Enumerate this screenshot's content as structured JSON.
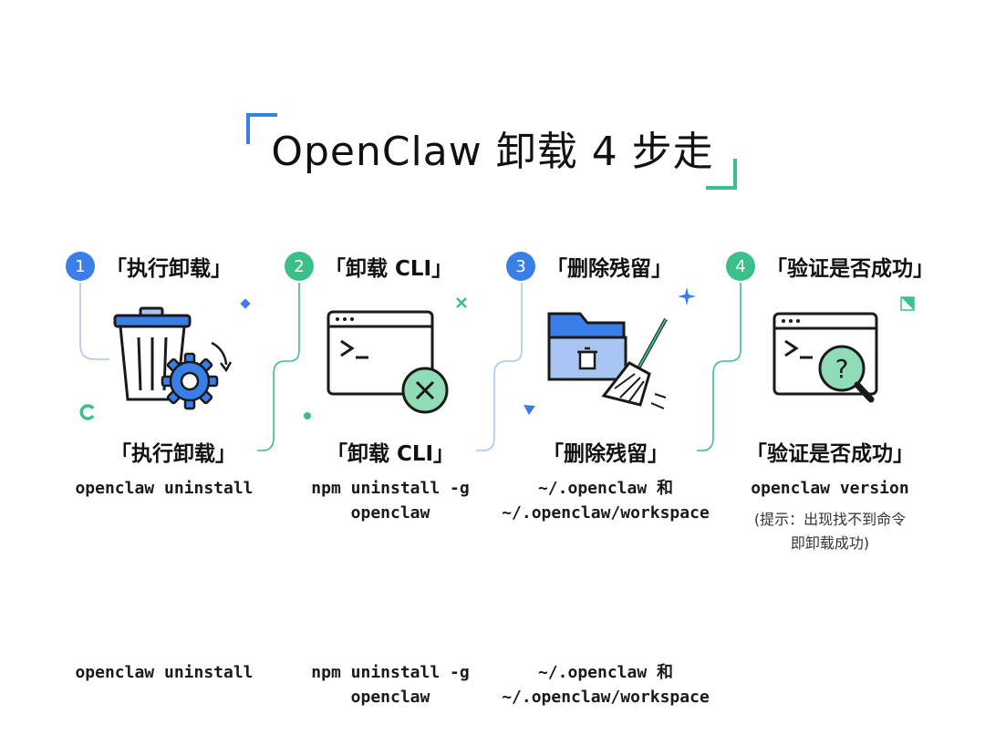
{
  "title": "OpenClaw 卸载 4 步走",
  "steps": [
    {
      "num": "1",
      "title": "「执行卸载」",
      "caption": "「执行卸载」",
      "cmd_line1": "openclaw uninstall",
      "cmd_line2": ""
    },
    {
      "num": "2",
      "title": "「卸载 CLI」",
      "caption": "「卸载 CLI」",
      "cmd_line1": "npm uninstall -g",
      "cmd_line2": "openclaw"
    },
    {
      "num": "3",
      "title": "「删除残留」",
      "caption": "「删除残留」",
      "cmd_line1": "~/.openclaw 和",
      "cmd_line2": "~/.openclaw/workspace"
    },
    {
      "num": "4",
      "title": "「验证是否成功」",
      "caption": "「验证是否成功」",
      "cmd_line1": "openclaw version",
      "cmd_line2": "",
      "hint_line1": "(提示：出现找不到命令",
      "hint_line2": "即卸载成功)"
    }
  ],
  "footer": [
    {
      "line1": "openclaw uninstall",
      "line2": ""
    },
    {
      "line1": "npm uninstall -g",
      "line2": "openclaw"
    },
    {
      "line1": "~/.openclaw 和",
      "line2": "~/.openclaw/workspace"
    }
  ],
  "colors": {
    "blue": "#3a7ee8",
    "green": "#3cc08a",
    "light_blue": "#a9c6f2",
    "icon_blue": "#3a7ee8"
  },
  "icons": [
    "trash-can-icon",
    "gear-icon",
    "terminal-window-icon",
    "close-circle-icon",
    "folder-icon",
    "broom-icon",
    "magnifier-question-icon"
  ]
}
